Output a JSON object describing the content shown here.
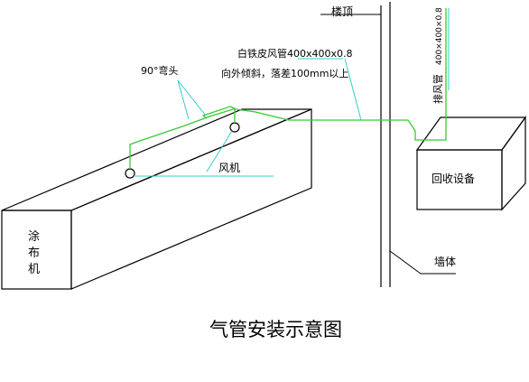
{
  "labels": {
    "roof": "楼顶",
    "pipe_spec": "白铁皮风管400x400x0.8",
    "pipe_slope": "向外倾斜，落差100mm以上",
    "elbow": "90°弯头",
    "fan": "风机",
    "exhaust": "排风管",
    "exhaust_spec": "400×400×0.8",
    "recovery": "回收设备",
    "wall": "墙体",
    "coater": [
      "涂",
      "布",
      "机"
    ]
  },
  "caption": "气管安装示意图",
  "colors": {
    "pipe": "#33cc33",
    "leader": "#33cccc",
    "line": "#000000"
  }
}
